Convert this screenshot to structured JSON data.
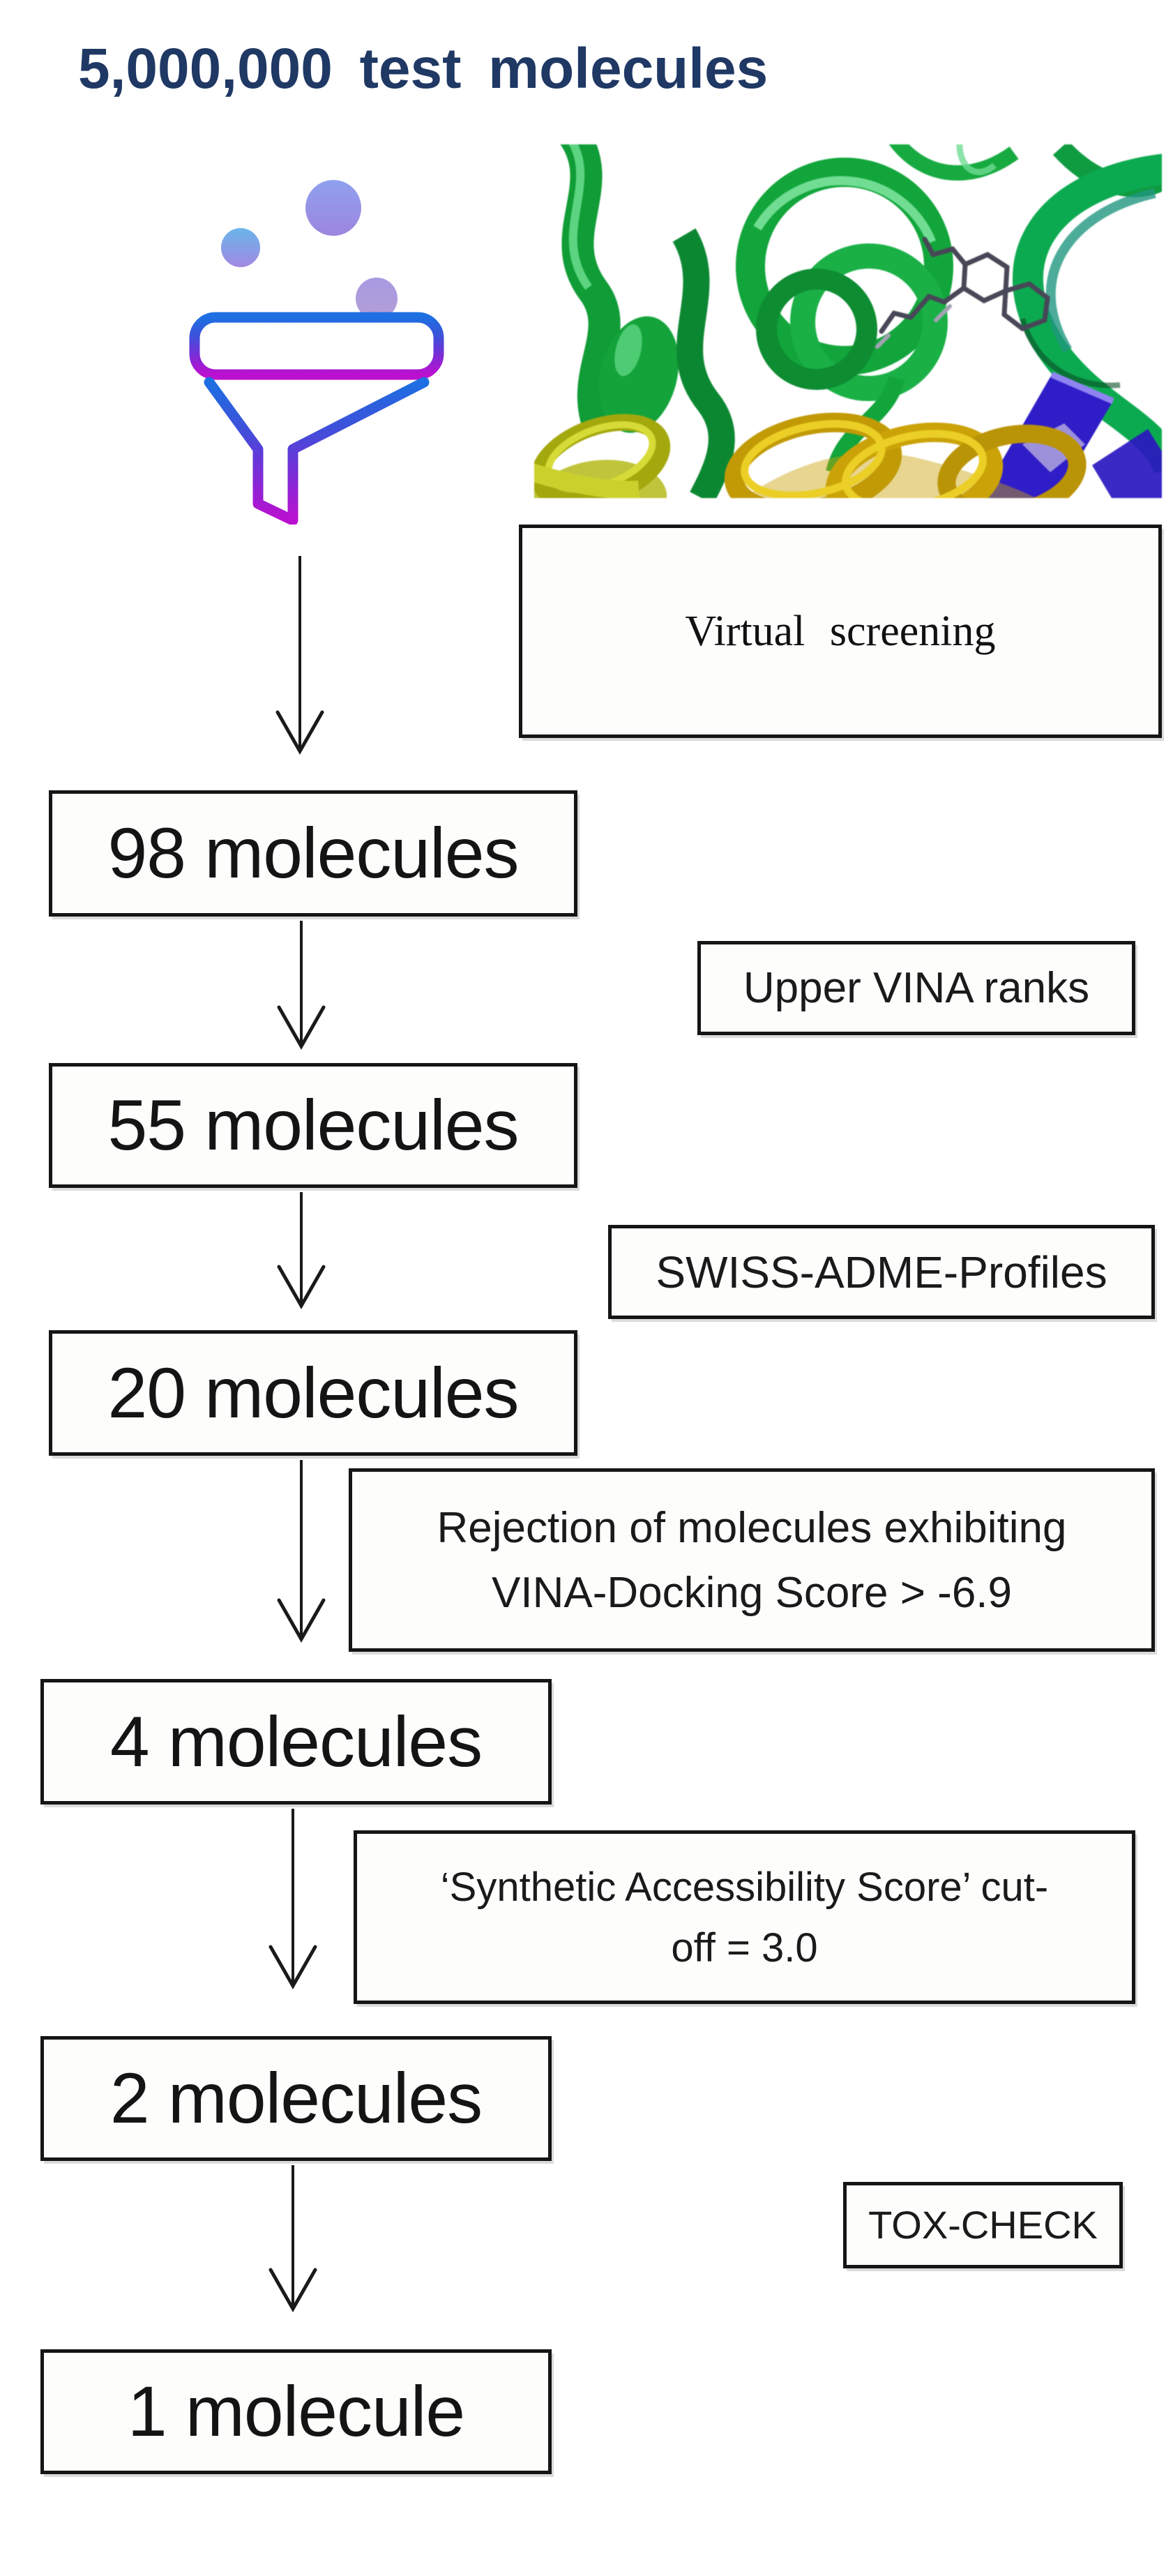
{
  "title": {
    "text": "5,000,000 test molecules",
    "color": "#1f3864"
  },
  "stages": [
    {
      "label": "98 molecules"
    },
    {
      "label": "55 molecules"
    },
    {
      "label": "20 molecules"
    },
    {
      "label": "4 molecules"
    },
    {
      "label": "2 molecules"
    },
    {
      "label": "1 molecule"
    }
  ],
  "annotations": {
    "virtual_screening": "Virtual screening",
    "upper_vina_ranks": "Upper VINA ranks",
    "swiss_adme_profiles": "SWISS-ADME-Profiles",
    "rejection_line1": "Rejection of molecules exhibiting",
    "rejection_line2": "VINA-Docking Score > -6.9",
    "sas_cutoff_line1": "‘Synthetic Accessibility Score’ cut-",
    "sas_cutoff_line2": "off = 3.0",
    "tox_check": "TOX-CHECK"
  },
  "icons": {
    "funnel": "funnel-icon",
    "protein": "protein-ligand-structure-image"
  },
  "colors": {
    "title_text": "#1f3864",
    "box_border": "#151515",
    "box_text": "#161616",
    "arrow": "#1a1a1a",
    "funnel_blue_top": "#1d6fe2",
    "funnel_indigo_mid": "#5b3bd8",
    "funnel_magenta_bottom": "#bb10cf",
    "bubble_blue": "#6ab5ea",
    "bubble_purple": "#a189e2",
    "ribbon_green": "#17a33e",
    "ribbon_emerald": "#12a852",
    "helix_gold": "#bf9a0d",
    "helix_yellow_green": "#b4b81f",
    "sheet_blue": "#2f1fc0",
    "ligand_gray": "#474756"
  }
}
